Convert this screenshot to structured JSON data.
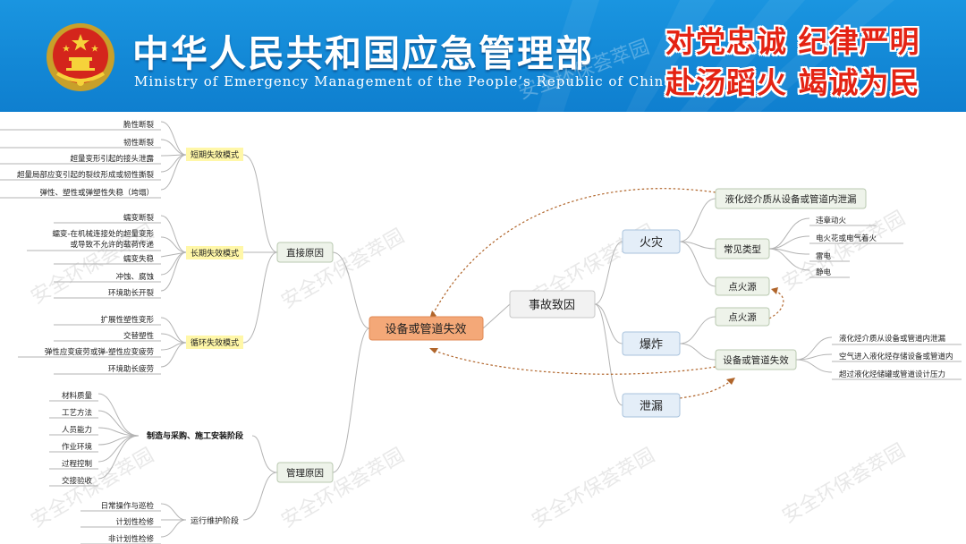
{
  "header": {
    "title_cn": "中华人民共和国应急管理部",
    "title_en": "Ministry of Emergency Management of the People’s Republic of China",
    "slogan_line1": "对党忠诚 纪律严明",
    "slogan_line2": "赴汤蹈火 竭诚为民",
    "colors": {
      "banner": "#1388d6",
      "slogan": "#e42313"
    }
  },
  "watermark": "安全环保荟萃园",
  "mindmap": {
    "center": "设备或管道失效",
    "direct_cause": {
      "label": "直接原因",
      "short_term": {
        "label": "短期失效模式",
        "items": [
          "脆性断裂",
          "韧性断裂",
          "超量变形引起的接头泄露",
          "超量局部应变引起的裂纹形成或韧性撕裂",
          "弹性、塑性或弹塑性失稳（垮塌）"
        ]
      },
      "long_term": {
        "label": "长期失效模式",
        "items": [
          "蠕变断裂",
          "蠕变-在机械连接处的超量变形",
          "或导致不允许的载荷传递",
          "蠕变失稳",
          "冲蚀、腐蚀",
          "环境助长开裂"
        ]
      },
      "cyclic": {
        "label": "循环失效模式",
        "items": [
          "扩展性塑性变形",
          "交替塑性",
          "弹性应变疲劳或弹-塑性应变疲劳",
          "环境助长疲劳"
        ]
      }
    },
    "management_cause": {
      "label": "管理原因",
      "manufacturing": {
        "label": "制造与采购、施工安装阶段",
        "items": [
          "材料质量",
          "工艺方法",
          "人员能力",
          "作业环境",
          "过程控制",
          "交接验收"
        ]
      },
      "operation": {
        "label": "运行维护阶段",
        "items": [
          "日常操作与巡检",
          "计划性检修",
          "非计划性检修"
        ]
      }
    },
    "accident_cause": {
      "label": "事故致因",
      "fire": "火灾",
      "explosion": "爆炸",
      "leak": "泄漏",
      "top_leak": "液化烃介质从设备或管道内泄漏",
      "common_types": {
        "label": "常见类型",
        "items": [
          "违章动火",
          "电火花或电气着火",
          "雷电",
          "静电"
        ]
      },
      "ignition_fire": "点火源",
      "ignition_explosion": "点火源",
      "equipment_failure": {
        "label": "设备或管道失效",
        "items": [
          "液化烃介质从设备或管道内泄漏",
          "空气进入液化烃存储设备或管道内",
          "超过液化烃储罐或管道设计压力"
        ]
      }
    }
  }
}
